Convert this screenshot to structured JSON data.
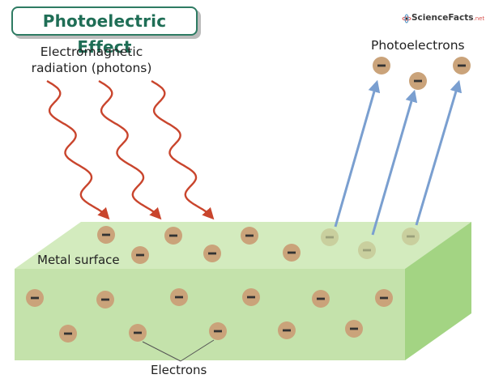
{
  "title": "Photoelectric Effect",
  "logo": {
    "brand": "ScienceFacts",
    "tld": ".net",
    "icon": "atom-icon"
  },
  "labels": {
    "radiation_line1": "Electromagnetic",
    "radiation_line2": "radiation (photons)",
    "photoelectrons": "Photoelectrons",
    "metal_surface": "Metal surface",
    "electrons": "Electrons"
  },
  "electron_symbol": "−",
  "colors": {
    "block_top": "#d3ebbe",
    "block_front": "#c4e2ab",
    "block_side": "#a3d483",
    "electron": "#caa37a",
    "electron_faded": "#c9cf9e",
    "wave": "#c9452d",
    "arrow": "#7a9fd0",
    "title": "#1f6e56"
  }
}
